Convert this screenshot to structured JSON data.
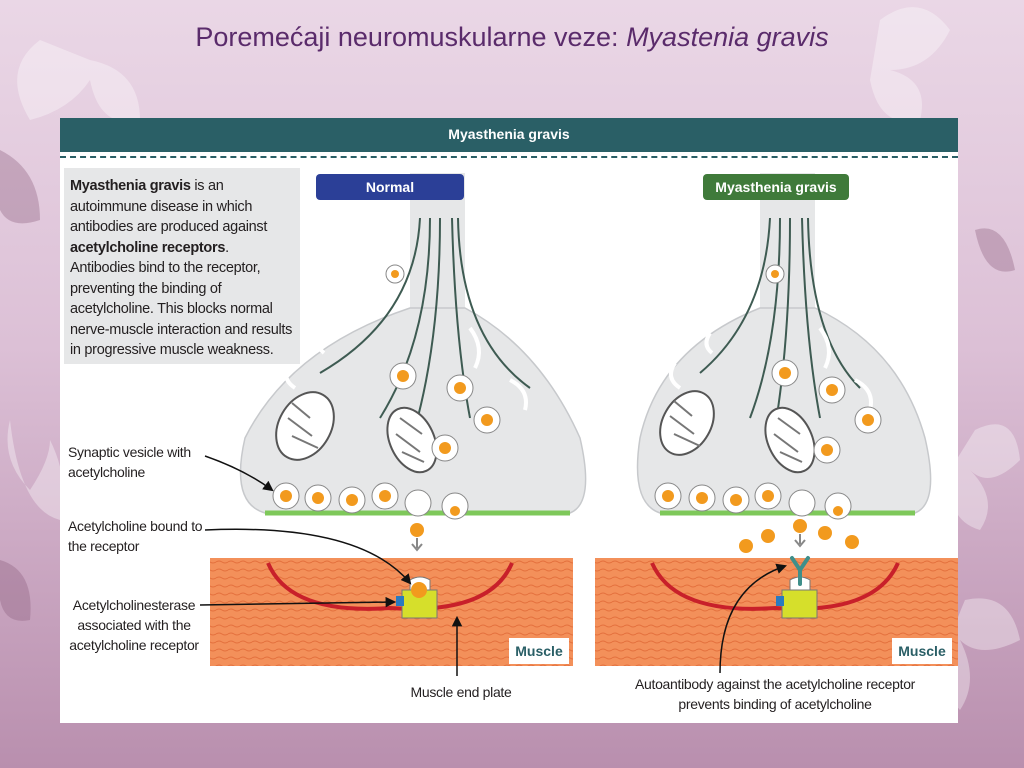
{
  "slide": {
    "title_regular": "Poremećaji neuromuskularne veze: ",
    "title_italic": "Myastenia gravis"
  },
  "figure": {
    "header": "Myasthenia gravis",
    "description": {
      "term": "Myasthenia gravis",
      "part1": " is an autoimmune disease in which antibodies are produced against ",
      "receptor_term": "acetylcholine receptors",
      "part2": ". Antibodies bind to the receptor, preventing the binding of acetylcholine. This blocks normal nerve-muscle interaction and results in progressive muscle weakness."
    },
    "panels": {
      "normal_label": "Normal",
      "mg_label": "Myasthenia gravis",
      "muscle_label_left": "Muscle",
      "muscle_label_right": "Muscle"
    },
    "labels": {
      "synaptic_vesicle": "Synaptic vesicle with acetylcholine",
      "ach_bound": "Acetylcholine bound to the receptor",
      "ache": "Acetylcholinesterase associated with the acetylcholine receptor",
      "end_plate": "Muscle end plate",
      "autoantibody": "Autoantibody against the acetylcholine receptor prevents binding of acetylcholine"
    },
    "colors": {
      "header": "#2a5f66",
      "normal_badge": "#2b3f97",
      "mg_badge": "#3f7a3a",
      "muscle": "#f08a55",
      "end_plate": "#c8202a",
      "acetylcholine": "#f29a1e",
      "receptor": "#d6df2b"
    }
  }
}
